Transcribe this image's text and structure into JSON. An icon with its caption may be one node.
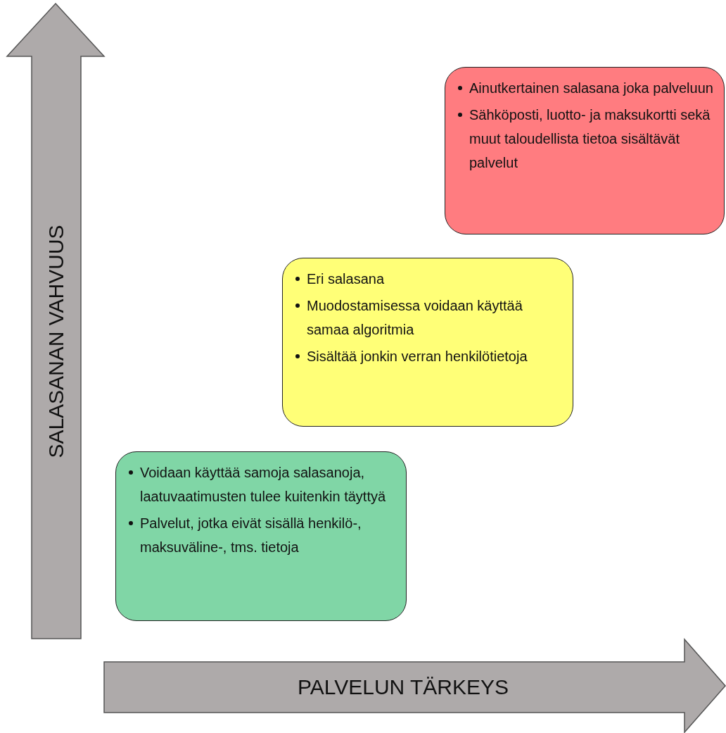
{
  "diagram": {
    "nodes": [
      {
        "text": [
          "SALASANAN VAHVUUS"
        ]
      },
      {
        "text": [
          "Ainutkertainen salasana joka palveluun",
          "Sähköposti, luotto- ja maksukortti sekä muut taloudellista tietoa sisältävät palvelut"
        ]
      },
      {
        "text": [
          "Eri salasana",
          "Muodostamisessa voidaan käyttää samaa algoritmia",
          "Sisältää jonkin verran henkilötietoja"
        ]
      },
      {
        "text": [
          "Voidaan käyttää samoja salasanoja, laatuvaatimusten tulee kuitenkin täyttyä",
          "Palvelut, jotka eivät sisällä henkilö-, maksuväline-, tms. tietoja"
        ]
      },
      {
        "text": [
          "PALVELUN TÄRKEYS"
        ]
      }
    ]
  }
}
